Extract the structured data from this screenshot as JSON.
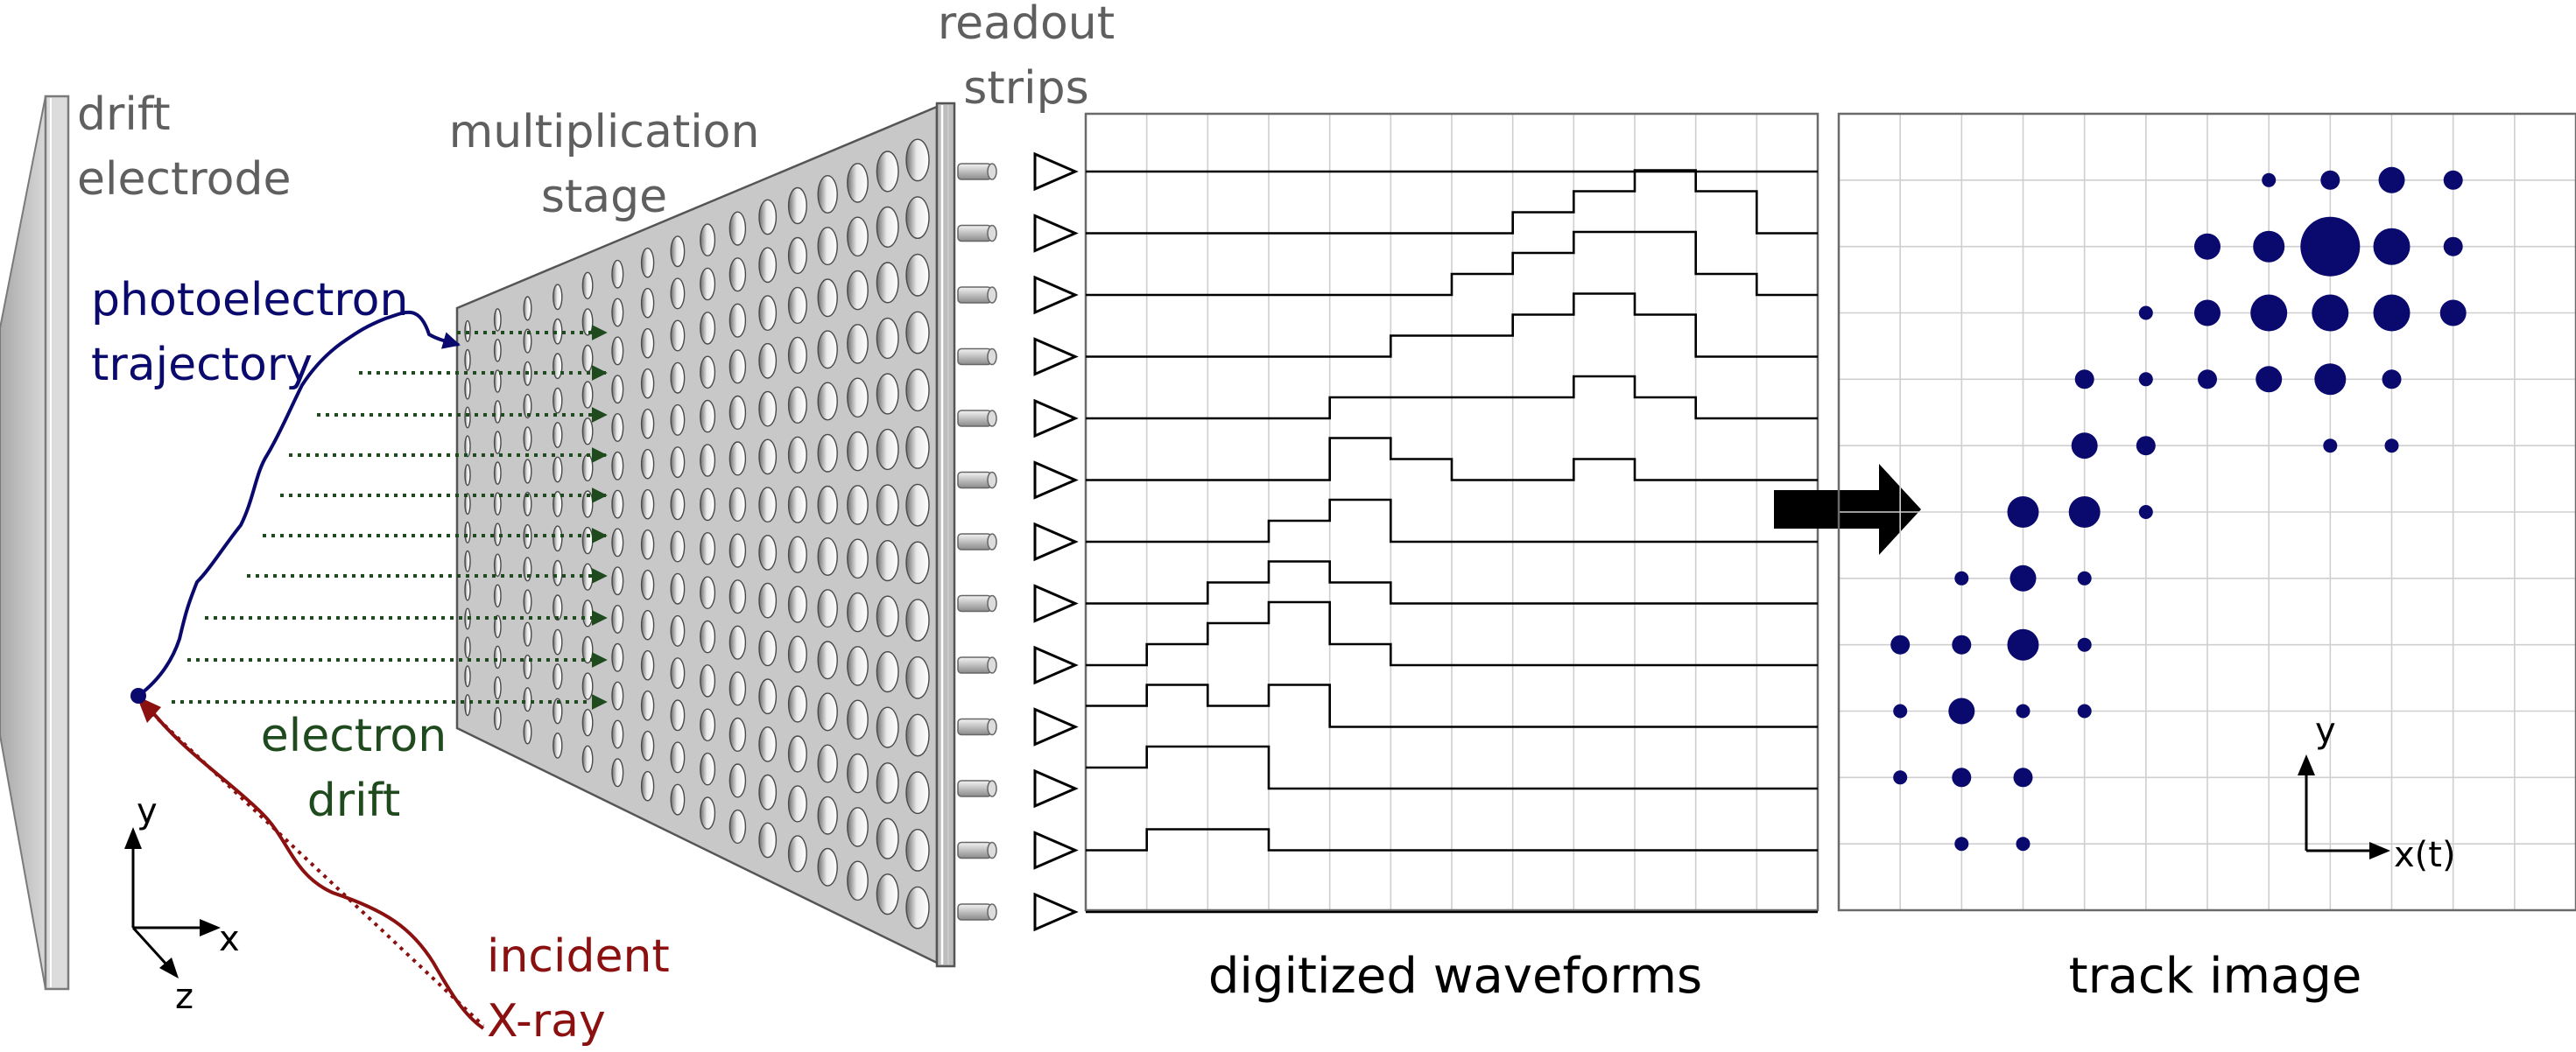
{
  "labels": {
    "drift_electrode": [
      "drift",
      "electrode"
    ],
    "multiplication_stage": [
      "multiplication",
      "stage"
    ],
    "readout_strips": [
      "readout",
      "strips"
    ],
    "photoelectron_trajectory": [
      "photoelectron",
      "trajectory"
    ],
    "electron_drift": [
      "electron",
      "drift"
    ],
    "incident_xray": [
      "incident",
      "X-ray"
    ],
    "digitized_waveforms": "digitized waveforms",
    "track_image": "track image"
  },
  "axes_left": {
    "y": "y",
    "x": "x",
    "z": "z"
  },
  "axes_track": {
    "y": "y",
    "x": "x(t)"
  },
  "colors": {
    "photoelectron": "#0a0a6e",
    "drift": "#1e4a1e",
    "xray": "#8b1010",
    "label_gray": "#5f5f5f",
    "spot": "#0a0a6e",
    "grid": "#cfcfcf"
  },
  "waveform_levels": [
    [
      0,
      0,
      0,
      0,
      0,
      0,
      0,
      0,
      0,
      0,
      0,
      0
    ],
    [
      0,
      0,
      0,
      0,
      0,
      0,
      0,
      1,
      2,
      3,
      2,
      0
    ],
    [
      0,
      0,
      0,
      0,
      0,
      0,
      1,
      2,
      3,
      3,
      1,
      0
    ],
    [
      0,
      0,
      0,
      0,
      0,
      1,
      1,
      2,
      3,
      2,
      0,
      0
    ],
    [
      0,
      0,
      0,
      0,
      1,
      1,
      1,
      1,
      2,
      1,
      0,
      0
    ],
    [
      0,
      0,
      0,
      0,
      2,
      1,
      0,
      0,
      1,
      0,
      0,
      0
    ],
    [
      0,
      0,
      0,
      1,
      2,
      0,
      0,
      0,
      0,
      0,
      0,
      0
    ],
    [
      0,
      0,
      1,
      2,
      1,
      0,
      0,
      0,
      0,
      0,
      0,
      0
    ],
    [
      0,
      1,
      2,
      3,
      1,
      0,
      0,
      0,
      0,
      0,
      0,
      0
    ],
    [
      1,
      2,
      1,
      2,
      0,
      0,
      0,
      0,
      0,
      0,
      0,
      0
    ],
    [
      1,
      2,
      2,
      0,
      0,
      0,
      0,
      0,
      0,
      0,
      0,
      0
    ],
    [
      0,
      1,
      1,
      0,
      0,
      0,
      0,
      0,
      0,
      0,
      0,
      0
    ],
    [
      0,
      0,
      0,
      0,
      0,
      0,
      0,
      0,
      0,
      0,
      0,
      0
    ]
  ],
  "track_spots": [
    {
      "col": 7,
      "row": 1,
      "size": 1
    },
    {
      "col": 8,
      "row": 1,
      "size": 2
    },
    {
      "col": 9,
      "row": 1,
      "size": 3
    },
    {
      "col": 10,
      "row": 1,
      "size": 2
    },
    {
      "col": 6,
      "row": 2,
      "size": 3
    },
    {
      "col": 7,
      "row": 2,
      "size": 4
    },
    {
      "col": 8,
      "row": 2,
      "size": 6
    },
    {
      "col": 9,
      "row": 2,
      "size": 5
    },
    {
      "col": 10,
      "row": 2,
      "size": 2
    },
    {
      "col": 5,
      "row": 3,
      "size": 1
    },
    {
      "col": 6,
      "row": 3,
      "size": 3
    },
    {
      "col": 7,
      "row": 3,
      "size": 5
    },
    {
      "col": 8,
      "row": 3,
      "size": 5
    },
    {
      "col": 9,
      "row": 3,
      "size": 5
    },
    {
      "col": 10,
      "row": 3,
      "size": 3
    },
    {
      "col": 4,
      "row": 4,
      "size": 2
    },
    {
      "col": 5,
      "row": 4,
      "size": 1
    },
    {
      "col": 6,
      "row": 4,
      "size": 2
    },
    {
      "col": 7,
      "row": 4,
      "size": 3
    },
    {
      "col": 8,
      "row": 4,
      "size": 4
    },
    {
      "col": 9,
      "row": 4,
      "size": 2
    },
    {
      "col": 4,
      "row": 5,
      "size": 3
    },
    {
      "col": 5,
      "row": 5,
      "size": 2
    },
    {
      "col": 8,
      "row": 5,
      "size": 1
    },
    {
      "col": 9,
      "row": 5,
      "size": 1
    },
    {
      "col": 3,
      "row": 6,
      "size": 4
    },
    {
      "col": 4,
      "row": 6,
      "size": 4
    },
    {
      "col": 5,
      "row": 6,
      "size": 1
    },
    {
      "col": 2,
      "row": 7,
      "size": 1
    },
    {
      "col": 3,
      "row": 7,
      "size": 3
    },
    {
      "col": 4,
      "row": 7,
      "size": 1
    },
    {
      "col": 1,
      "row": 8,
      "size": 2
    },
    {
      "col": 2,
      "row": 8,
      "size": 2
    },
    {
      "col": 3,
      "row": 8,
      "size": 4
    },
    {
      "col": 4,
      "row": 8,
      "size": 1
    },
    {
      "col": 1,
      "row": 9,
      "size": 1
    },
    {
      "col": 2,
      "row": 9,
      "size": 3
    },
    {
      "col": 3,
      "row": 9,
      "size": 1
    },
    {
      "col": 4,
      "row": 9,
      "size": 1
    },
    {
      "col": 1,
      "row": 10,
      "size": 1
    },
    {
      "col": 2,
      "row": 10,
      "size": 2
    },
    {
      "col": 3,
      "row": 10,
      "size": 2
    },
    {
      "col": 2,
      "row": 11,
      "size": 1
    },
    {
      "col": 3,
      "row": 11,
      "size": 1
    }
  ]
}
